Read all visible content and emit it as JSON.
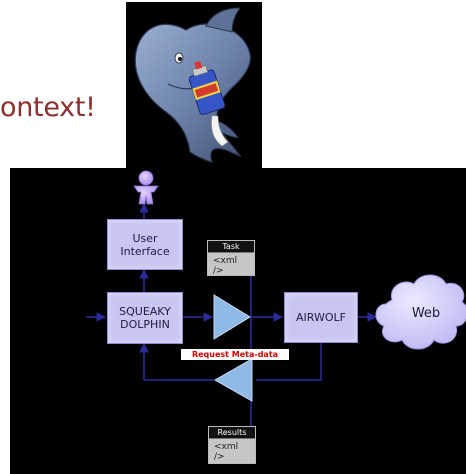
{
  "headline": "ontext!",
  "nodes": {
    "user_interface": [
      "User",
      "Interface"
    ],
    "squeaky_dolphin": [
      "SQUEAKY",
      "DOLPHIN"
    ],
    "airwolf": "AIRWOLF",
    "web": "Web"
  },
  "cards": {
    "task": {
      "header": "Task",
      "body": [
        "<xml",
        "/>"
      ]
    },
    "results": {
      "header": "Results",
      "body": [
        "<xml",
        "/>"
      ]
    }
  },
  "labels": {
    "request": "Request Meta-data"
  },
  "colors": {
    "box_fill": "#c9c6f4",
    "line": "#2a2a9a",
    "headline": "#8c2f2f",
    "request_text": "#d40000",
    "user_figure": "#c6a8f3"
  },
  "icons": [
    "dolphin-mascot-icon",
    "user-person-icon",
    "cloud-icon",
    "triangle-arrow-icon"
  ]
}
